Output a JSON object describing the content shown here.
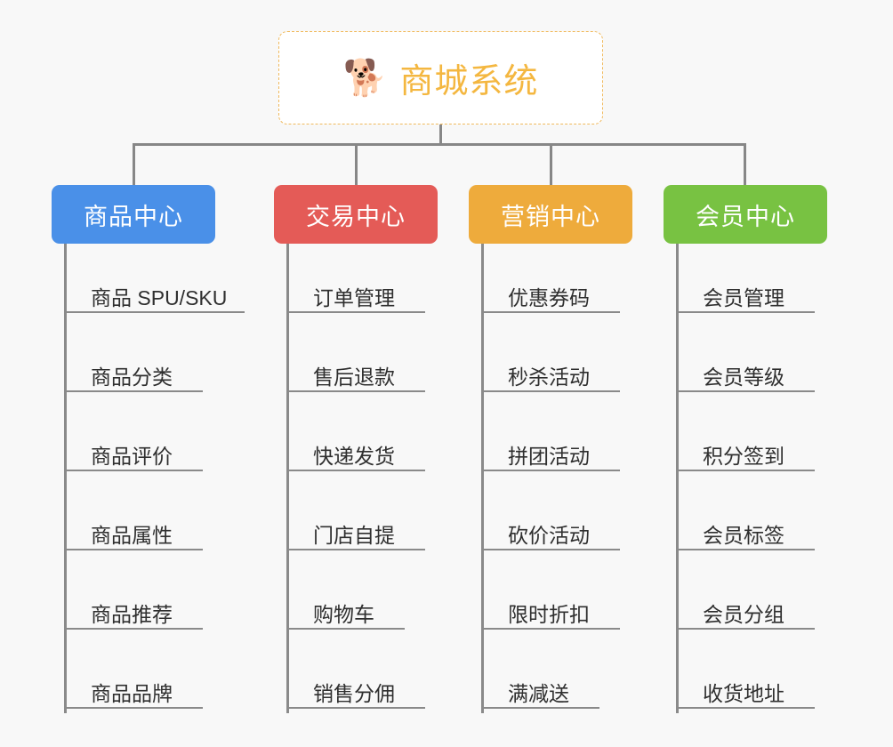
{
  "root": {
    "icon": "shiba-dog-face-emoji",
    "emoji": "🐕",
    "title": "商城系统",
    "border_color": "#f0b95c",
    "text_color": "#f4b740"
  },
  "canvas": {
    "background": "#f8f8f8",
    "line_color": "#878787"
  },
  "branches": [
    {
      "label": "商品中心",
      "color": "#4a90e8",
      "leaves": [
        "商品 SPU/SKU",
        "商品分类",
        "商品评价",
        "商品属性",
        "商品推荐",
        "商品品牌"
      ]
    },
    {
      "label": "交易中心",
      "color": "#e45b57",
      "leaves": [
        "订单管理",
        "售后退款",
        "快递发货",
        "门店自提",
        "购物车",
        "销售分佣"
      ]
    },
    {
      "label": "营销中心",
      "color": "#eeab3c",
      "leaves": [
        "优惠券码",
        "秒杀活动",
        "拼团活动",
        "砍价活动",
        "限时折扣",
        "满减送"
      ]
    },
    {
      "label": "会员中心",
      "color": "#78c242",
      "leaves": [
        "会员管理",
        "会员等级",
        "积分签到",
        "会员标签",
        "会员分组",
        "收货地址"
      ]
    }
  ]
}
